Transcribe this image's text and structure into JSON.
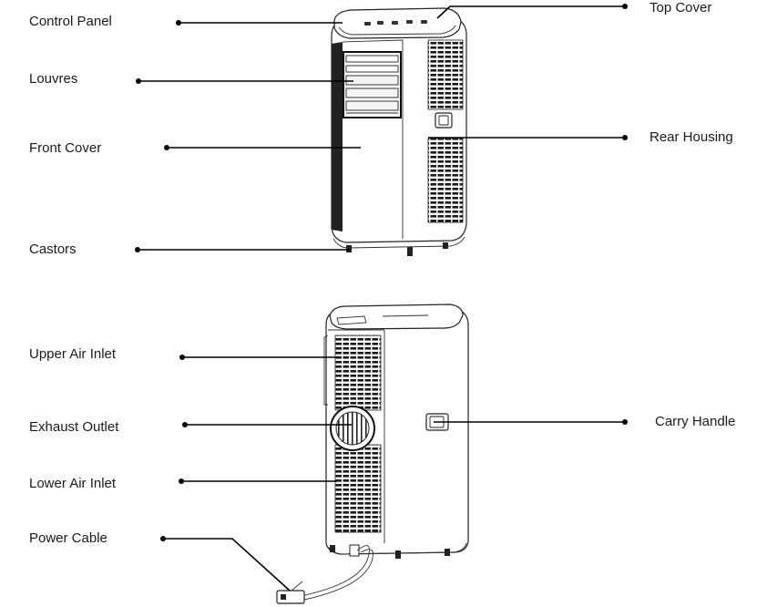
{
  "labels": {
    "control_panel": "Control Panel",
    "louvres": "Louvres",
    "front_cover": "Front Cover",
    "castors": "Castors",
    "top_cover": "Top Cover",
    "rear_housing": "Rear Housing",
    "upper_air_inlet": "Upper Air Inlet",
    "exhaust_outlet": "Exhaust Outlet",
    "lower_air_inlet": "Lower Air Inlet",
    "power_cable": "Power Cable",
    "carry_handle": "Carry Handle"
  }
}
